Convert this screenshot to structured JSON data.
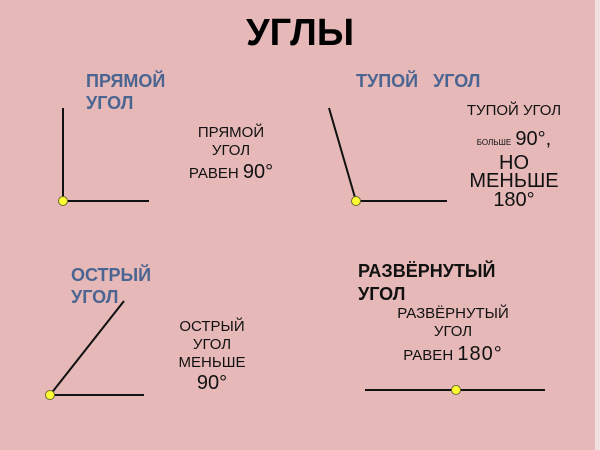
{
  "title": "УГЛЫ",
  "colors": {
    "background": "#e6b8b8",
    "heading_blue": "#4a6591",
    "vertex_dot": "#ffff33",
    "line": "#111111"
  },
  "right_angle": {
    "heading_line1": "ПРЯМОЙ",
    "heading_line2": "УГОЛ",
    "desc_line1": "ПРЯМОЙ",
    "desc_line2": "УГОЛ",
    "desc_prefix": "РАВЕН",
    "desc_value": "90°"
  },
  "obtuse_angle": {
    "heading": "ТУПОЙ   УГОЛ",
    "desc_line1": "ТУПОЙ УГОЛ",
    "desc_prefix": "БОЛЬШЕ",
    "desc_value1": "90°,",
    "desc_line3": "НО",
    "desc_line4": "МЕНЬШЕ",
    "desc_value2": "180°"
  },
  "acute_angle": {
    "heading_line1": "ОСТРЫЙ",
    "heading_line2": "УГОЛ",
    "desc_line1": "ОСТРЫЙ",
    "desc_line2": "УГОЛ",
    "desc_line3": "МЕНЬШЕ",
    "desc_value": "90°"
  },
  "straight_angle": {
    "heading_line1": "РАЗВЁРНУТЫЙ",
    "heading_line2": "УГОЛ",
    "desc_line1": "РАЗВЁРНУТЫЙ",
    "desc_line2": "УГОЛ",
    "desc_prefix": "РАВЕН",
    "desc_value": "180°"
  }
}
